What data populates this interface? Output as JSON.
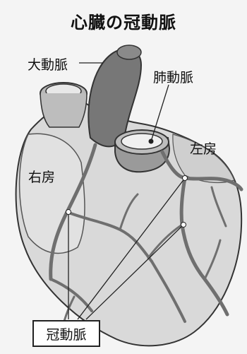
{
  "title": "心臓の冠動脈",
  "labels": {
    "aorta": "大動脈",
    "pulmonary_artery": "肺動脈",
    "left_atrium": "左房",
    "right_atrium": "右房",
    "coronary_artery": "冠動脈"
  },
  "colors": {
    "background": "#f4f4f4",
    "heart_fill": "#d9d9d9",
    "heart_shadow": "#b8b8b8",
    "vessel_fill": "#7a7a7a",
    "outline": "#333333"
  }
}
